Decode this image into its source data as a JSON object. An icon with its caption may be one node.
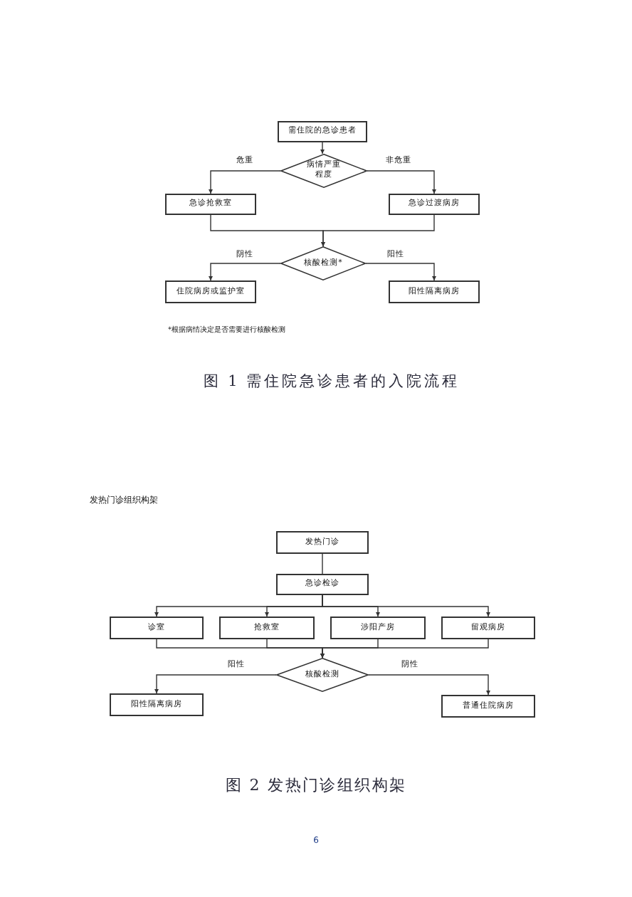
{
  "diagram": {
    "nodes": [
      {
        "text": [
          "需住院的急诊患者"
        ]
      },
      {
        "text": [
          "病情严重程度"
        ]
      },
      {
        "text": [
          "急诊抢救室"
        ]
      },
      {
        "text": [
          "急诊过渡病房"
        ]
      },
      {
        "text": [
          "核酸检测*"
        ]
      },
      {
        "text": [
          "住院病房或监护室"
        ]
      },
      {
        "text": [
          "阳性隔离病房"
        ]
      },
      {
        "text": [
          "发热门诊"
        ]
      },
      {
        "text": [
          "急诊检诊"
        ]
      },
      {
        "text": [
          "诊室"
        ]
      },
      {
        "text": [
          "抢救室"
        ]
      },
      {
        "text": [
          "涉阳产房"
        ]
      },
      {
        "text": [
          "留观病房"
        ]
      },
      {
        "text": [
          "核酸检测"
        ]
      },
      {
        "text": [
          "阳性隔离病房"
        ]
      },
      {
        "text": [
          "普通住院病房"
        ]
      }
    ],
    "edges": [
      {
        "from": 0,
        "to": 1,
        "arrow": "to"
      },
      {
        "from": 1,
        "to": 2,
        "arrow": "to",
        "label": "危重"
      },
      {
        "from": 1,
        "to": 3,
        "arrow": "to",
        "label": "非危重"
      },
      {
        "from": 2,
        "to": 4,
        "arrow": "to"
      },
      {
        "from": 3,
        "to": 4,
        "arrow": "to"
      },
      {
        "from": 4,
        "to": 5,
        "arrow": "to",
        "label": "阴性"
      },
      {
        "from": 4,
        "to": 6,
        "arrow": "to",
        "label": "阳性"
      },
      {
        "from": 7,
        "to": 8,
        "arrow": "none"
      },
      {
        "from": 8,
        "to": 9,
        "arrow": "to"
      },
      {
        "from": 8,
        "to": 10,
        "arrow": "to"
      },
      {
        "from": 8,
        "to": 11,
        "arrow": "to"
      },
      {
        "from": 8,
        "to": 12,
        "arrow": "to"
      },
      {
        "from": 9,
        "to": 13,
        "arrow": "to"
      },
      {
        "from": 10,
        "to": 13,
        "arrow": "to"
      },
      {
        "from": 11,
        "to": 13,
        "arrow": "to"
      },
      {
        "from": 12,
        "to": 13,
        "arrow": "to"
      },
      {
        "from": 13,
        "to": 14,
        "arrow": "to",
        "label": "阳性"
      },
      {
        "from": 13,
        "to": 15,
        "arrow": "to",
        "label": "阴性"
      }
    ],
    "labels": [
      "*根据病情决定是否需要进行核酸检测",
      "图 1 需住院急诊患者的入院流程",
      "发热门诊组织构架",
      "图 2 发热门诊组织构架",
      "6"
    ]
  }
}
